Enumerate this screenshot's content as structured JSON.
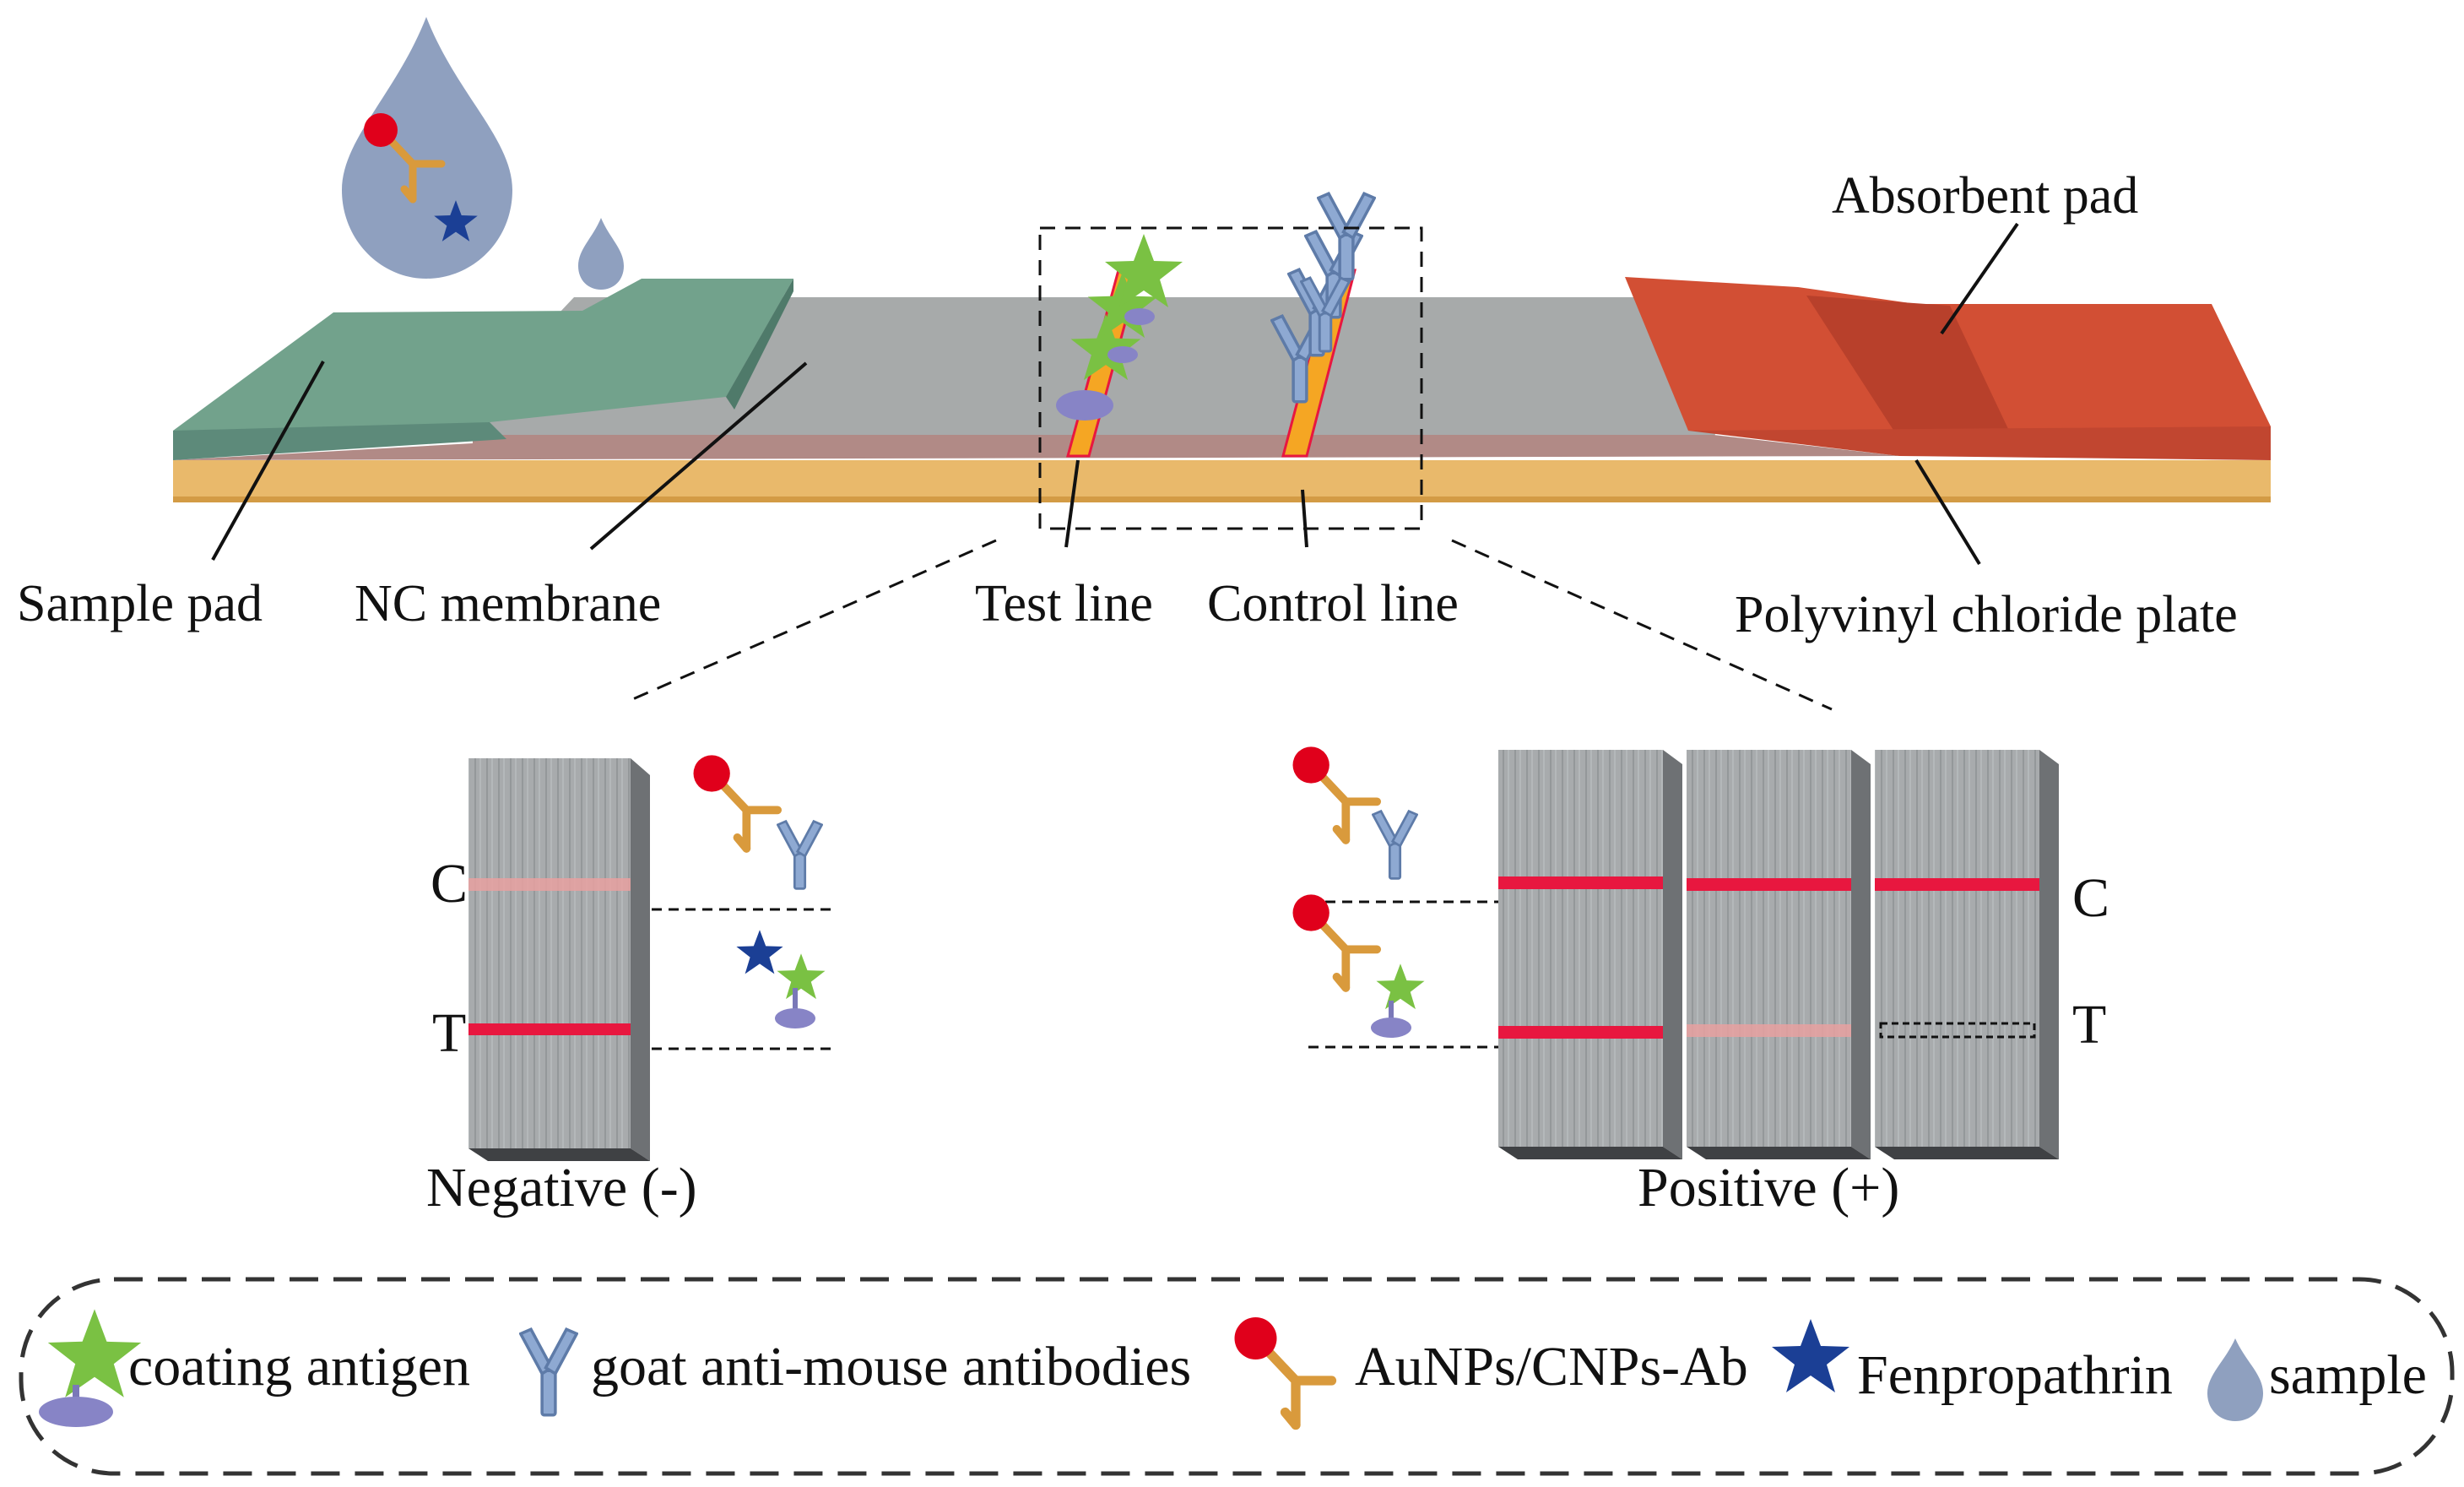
{
  "labels": {
    "sample_pad": "Sample pad",
    "nc_membrane": "NC membrane",
    "test_line": "Test line",
    "control_line": "Control line",
    "absorbent_pad": "Absorbent pad",
    "pvc_plate": "Polyvinyl chloride plate"
  },
  "results": {
    "negative": "Negative (-)",
    "positive": "Positive (+)",
    "c_mark": "C",
    "t_mark": "T"
  },
  "legend": {
    "coating_antigen": "coating antigen",
    "goat_antibody": "goat anti-mouse antibodies",
    "aunps_ab": "AuNPs/CNPs-Ab",
    "fenpropathrin": "Fenpropathrin",
    "sample": "sample"
  },
  "colors": {
    "sample_pad": "#6f9e8a",
    "nc_membrane": "#a7aaaa",
    "absorbent_pad": "#d24f34",
    "pvc_plate": "#e9b96b",
    "line_red": "#e8173f",
    "antigen_green": "#7ac143",
    "antibody_blue": "#7e9cc8",
    "ab_orange": "#d99a3c",
    "aunp_red": "#e0001b",
    "fenpropathrin_blue": "#1b3f95",
    "drop_grey_blue": "#8fa0bf",
    "strip_grey": "#a6a8aa"
  }
}
